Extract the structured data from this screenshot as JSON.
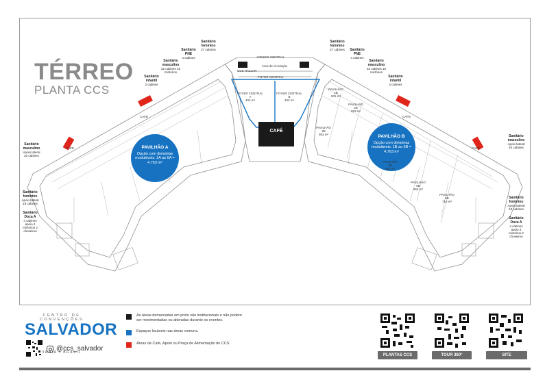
{
  "title": {
    "main": "TÉRREO",
    "sub": "PLANTA CCS"
  },
  "labels": {
    "sanitario_masculino": "Sanitário masculino",
    "sanitario_feminino": "Sanitário feminino",
    "sanitario_pne": "Sanitário PNE",
    "sanitario_infantil": "Sanitário infantil",
    "sanitario_masc_cabines": "32 cabines 15 mictórios",
    "sanitario_fem_cabines": "27 cabines",
    "pne_cabines": "4 cabines",
    "infantil_cabines": "3 cabines",
    "left_masc": "Sanitário masculino",
    "left_masc_desc": "Apoio lateral 20 cabines",
    "left_fem": "Sanitário feminino",
    "left_fem_desc": "Apoio lateral 18 cabines",
    "left_doca": "Sanitário Doca A",
    "left_doca_desc": "4 cabines apoio 4 mictórios 2 chuveiros",
    "right_masc": "Sanitário masculino",
    "right_masc_desc": "Apoio lateral 20 cabines",
    "right_fem": "Sanitário feminino",
    "right_fem_desc": "Apoio lateral 18 cabines",
    "right_doca": "Sanitário Doca A",
    "right_doca_desc": "4 cabines apoio 4 mictórios 2 chuveiros",
    "acesso_central": "ACESSO CENTRAL",
    "area_circulacao": "Área de circulação",
    "ccs_hallan": "CCS HALLAN",
    "foyer_central": "FOYER CENTRAL",
    "foyer_a": "FOYER CENTRAL A",
    "foyer_b": "FOYER CENTRAL B",
    "foyer_area": "403 m²",
    "cafe_center": "CAFÉ",
    "cafe_small": "CAFÉ"
  },
  "pavilions": {
    "a": {
      "name": "PAVILHÃO A",
      "desc": "Opção com divisórias moduláveis. 1A ao 5A = 4.763 m²"
    },
    "b": {
      "name": "PAVILHÃO B",
      "desc": "Opção com divisórias moduláveis. 1B ao 5B = 4.763 m²"
    }
  },
  "rooms_b": [
    {
      "name": "PAVILHÃO 1B",
      "area": "931 m²"
    },
    {
      "name": "PAVILHÃO 2B",
      "area": "953 m²"
    },
    {
      "name": "PAVILHÃO 3B",
      "area": "953 m²"
    },
    {
      "name": "PAVILHÃO 4B",
      "area": "953 m²"
    },
    {
      "name": "PAVILHÃO 5B",
      "area": "953 m²"
    },
    {
      "name": "PAVILHÃO 6B",
      "area": "718 m²"
    }
  ],
  "legend": [
    {
      "color": "#1a1a1a",
      "text": "As áreas demarcadas em preto são institucionais e não podem ser movimentadas ou alteradas durante os eventos."
    },
    {
      "color": "#1773c2",
      "text": "Espaços locáveis nas áreas comuns."
    },
    {
      "color": "#e0251b",
      "text": "Áreas de Café, Apoio ou Praça de Alimentação do CCS."
    }
  ],
  "logo": {
    "top": "CENTRO DE CONVENÇÕES",
    "name": "SALVADOR",
    "bottom": "BAHIA • BRASIL"
  },
  "social": {
    "handle": "@ccs_salvador"
  },
  "qr_buttons": [
    {
      "label": "PLANTAS CCS"
    },
    {
      "label": "TOUR 360°"
    },
    {
      "label": "SITE"
    }
  ],
  "colors": {
    "blue": "#1773c2",
    "red": "#e0251b",
    "black": "#1a1a1a",
    "grey": "#6b6b6b"
  }
}
